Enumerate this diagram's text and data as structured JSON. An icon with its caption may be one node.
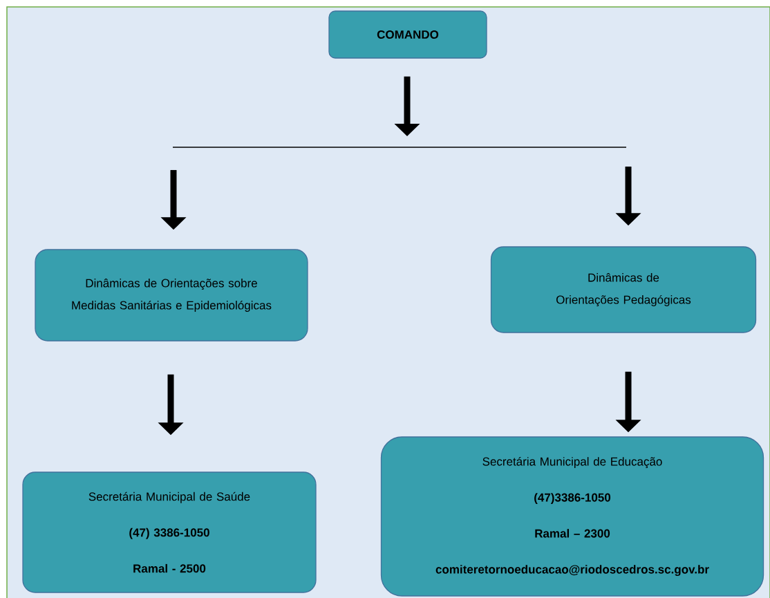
{
  "diagram": {
    "nodes": [
      {
        "text": [
          "COMANDO"
        ]
      },
      {
        "text": [],
        "shape": "bar"
      },
      {
        "text": [
          "Dinâmicas de Orientações sobre Medidas Sanitárias e Epidemiológicas"
        ]
      },
      {
        "text": [
          "Dinâmicas de Orientações Pedagógicas"
        ]
      },
      {
        "text": [
          "Secretária Municipal de Saúde",
          "(47) 3386-1050",
          "Ramal - 2500"
        ]
      },
      {
        "text": [
          "Secretária Municipal de Educação",
          "(47)3386-1050",
          "Ramal – 2300",
          "comiteretornoeducacao@riodoscedros.sc.gov.br"
        ]
      }
    ],
    "edges": [
      {
        "from": 0,
        "to": 1,
        "arrow": "to"
      },
      {
        "from": 1,
        "to": 2,
        "arrow": "to"
      },
      {
        "from": 1,
        "to": 3,
        "arrow": "to"
      },
      {
        "from": 2,
        "to": 4,
        "arrow": "to"
      },
      {
        "from": 3,
        "to": 5,
        "arrow": "to"
      }
    ]
  }
}
